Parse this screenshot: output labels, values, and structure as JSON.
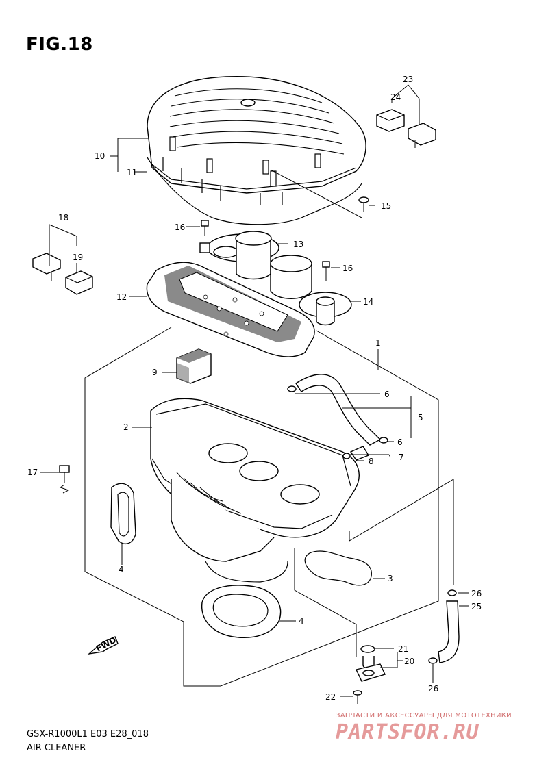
{
  "figure": {
    "title": "FIG.18"
  },
  "footer": {
    "model": "GSX-R1000L1 E03 E28_018",
    "section": "AIR CLEANER"
  },
  "watermark": {
    "tagline": "ЗАПЧАСТИ И АКСЕССУАРЫ ДЛЯ МОТОТЕХНИКИ",
    "logo": "PARTSFOR.RU"
  },
  "direction_marker": "FWD",
  "callouts": {
    "c1": "1",
    "c2": "2",
    "c3": "3",
    "c4a": "4",
    "c4b": "4",
    "c5": "5",
    "c6a": "6",
    "c6b": "6",
    "c7": "7",
    "c8": "8",
    "c9": "9",
    "c10": "10",
    "c11": "11",
    "c12": "12",
    "c13": "13",
    "c14": "14",
    "c15": "15",
    "c16a": "16",
    "c16b": "16",
    "c17": "17",
    "c18": "18",
    "c19": "19",
    "c20": "20",
    "c21": "21",
    "c22": "22",
    "c23": "23",
    "c24": "24",
    "c25": "25",
    "c26a": "26",
    "c26b": "26"
  }
}
